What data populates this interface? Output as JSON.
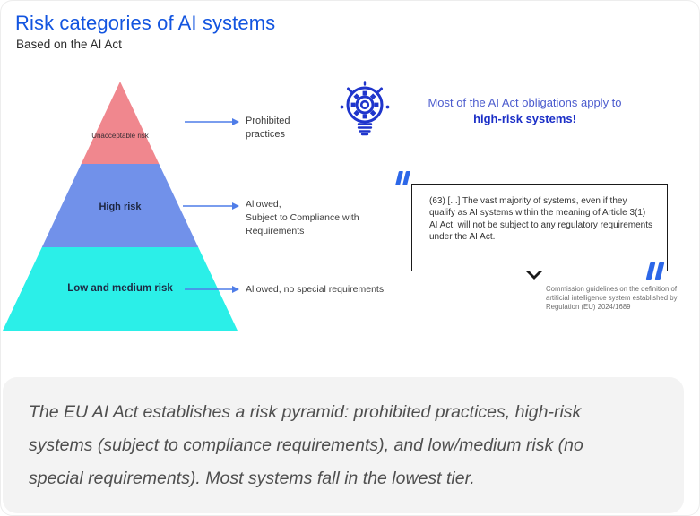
{
  "header": {
    "title": "Risk categories of AI systems",
    "subtitle": "Based on the AI Act"
  },
  "colors": {
    "title_blue": "#1355E0",
    "pink": "#F0878E",
    "blue": "#7191EA",
    "cyan": "#2BEFE8",
    "arrow": "#4F7DE8",
    "bulb": "#1F35CC",
    "quote_mark": "#2C67E8",
    "headline_regular": "#4C5CCE",
    "headline_bold": "#1B2FC7"
  },
  "pyramid": {
    "levels": [
      {
        "label": "Unacceptable risk",
        "color": "#F0878E",
        "annotation_lines": [
          "Prohibited",
          "practices"
        ]
      },
      {
        "label": "High risk",
        "color": "#7191EA",
        "annotation_lines": [
          "Allowed,",
          "Subject to Compliance with",
          "Requirements"
        ]
      },
      {
        "label": "Low and medium risk",
        "color": "#2BEFE8",
        "annotation_lines": [
          "Allowed, no special requirements"
        ]
      }
    ]
  },
  "highlight": {
    "icon": "lightbulb-gear-icon",
    "line1": "Most of the AI Act obligations apply to",
    "line2": "high-risk systems!"
  },
  "quote": {
    "text": "(63) [...] The vast majority of systems, even if they qualify as AI systems within the meaning of Article 3(1) AI Act, will not be subject to any regulatory requirements under the AI Act.",
    "attribution": "Commission guidelines on the definition of artificial intelligence system established by Regulation (EU) 2024/1689"
  },
  "caption": {
    "lines": [
      "The EU AI Act establishes a risk pyramid: prohibited practices, high-risk",
      "systems (subject to compliance requirements), and low/medium risk (no",
      "special requirements). Most systems fall in the lowest tier."
    ]
  }
}
